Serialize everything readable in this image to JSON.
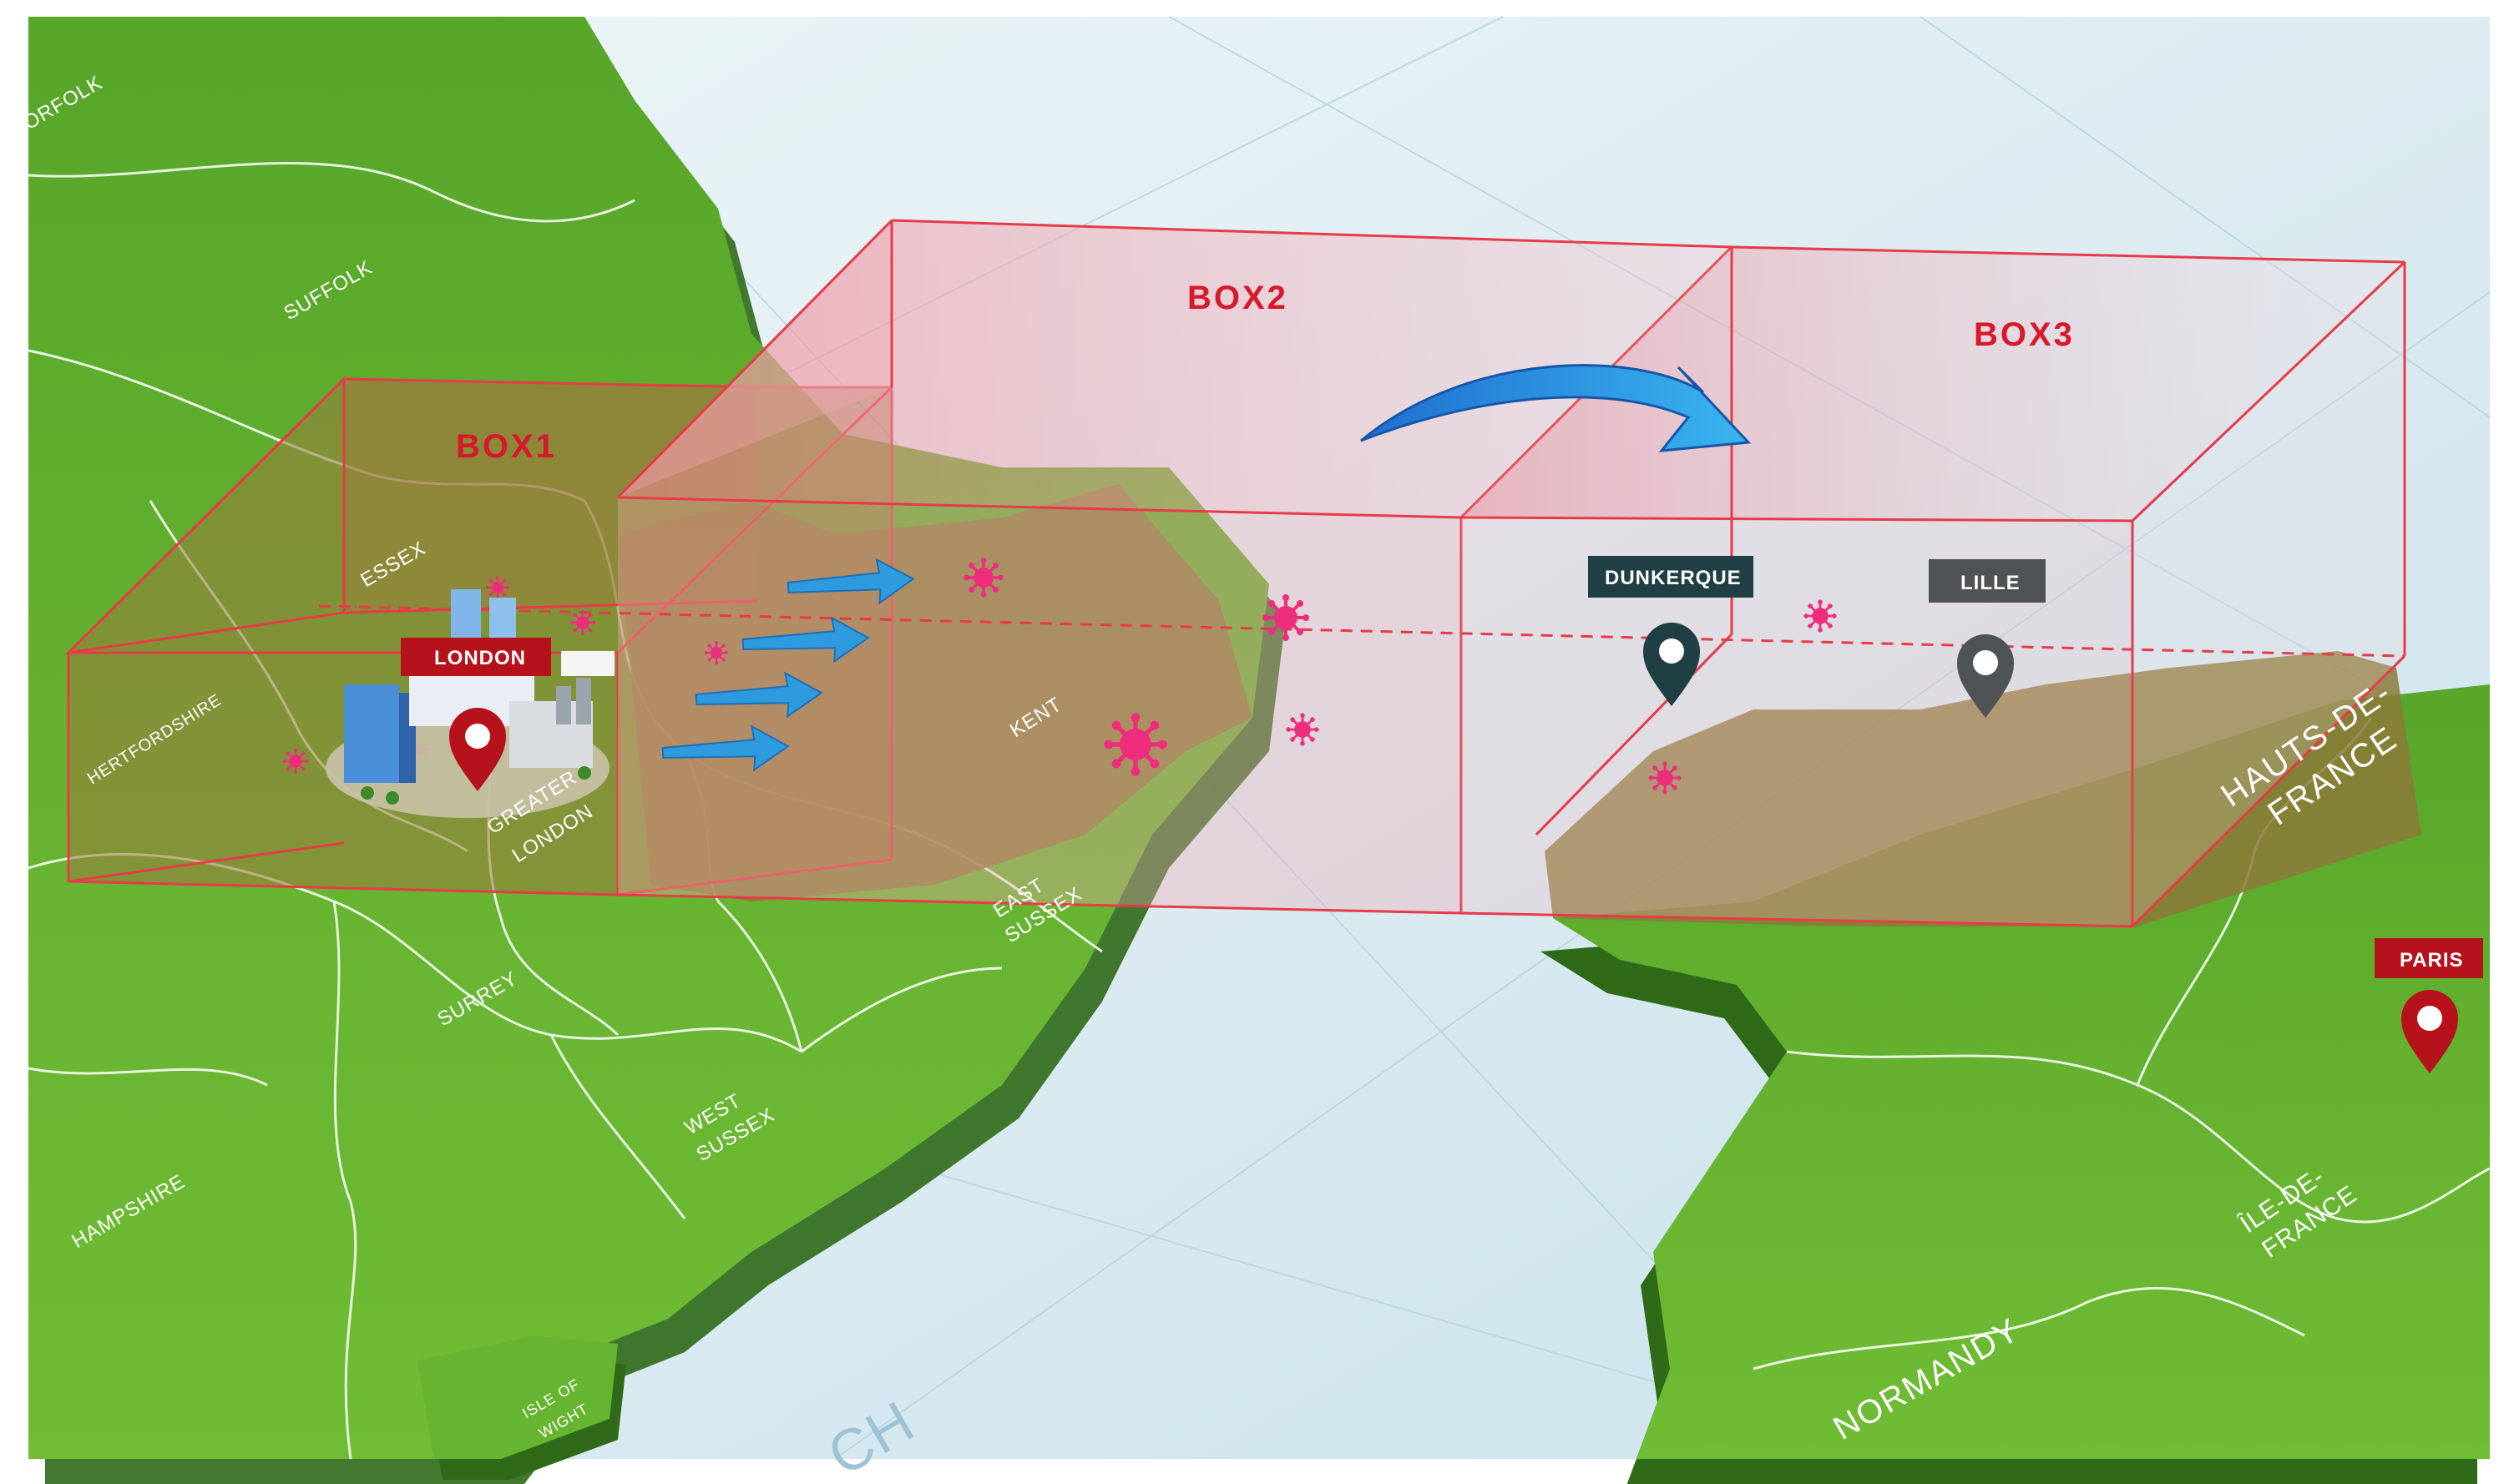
{
  "colors": {
    "sea": "#dcecf2",
    "land": "#5fae2c",
    "land_dark": "#3f7f1e",
    "box_edge": "#e83a48",
    "box_title": "#d8182b",
    "virus": "#ee2e7d",
    "arrow": "#2e9bdf",
    "tag_red": "#b5121b",
    "tag_dark": "#1f3f44",
    "tag_grey": "#4f5356"
  },
  "boxes": {
    "box1": "BOX1",
    "box2": "BOX2",
    "box3": "BOX3"
  },
  "cities": {
    "london": "LONDON",
    "dunkerque": "DUNKERQUE",
    "lille": "LILLE",
    "paris": "PARIS"
  },
  "regions": {
    "norfolk": "ORFOLK",
    "suffolk": "SUFFOLK",
    "essex": "ESSEX",
    "hertfordshire": "HERTFORDSHIRE",
    "greater_london_1": "GREATER",
    "greater_london_2": "LONDON",
    "kent": "KENT",
    "east_sussex_1": "EAST",
    "east_sussex_2": "SUSSEX",
    "surrey": "SURREY",
    "west_sussex_1": "WEST",
    "west_sussex_2": "SUSSEX",
    "hampshire": "HAMPSHIRE",
    "isle_of_wight_1": "ISLE OF",
    "isle_of_wight_2": "WIGHT",
    "hauts_de_france_1": "HAUTS-DE-",
    "hauts_de_france_2": "FRANCE",
    "ile_de_france_1": "ÎLE-DE-",
    "ile_de_france_2": "FRANCE",
    "normandy": "NORMANDY",
    "sea_partial": "CH"
  },
  "icons": [
    "virus-icon",
    "map-pin-icon",
    "city-buildings-icon",
    "arrow-icon"
  ]
}
